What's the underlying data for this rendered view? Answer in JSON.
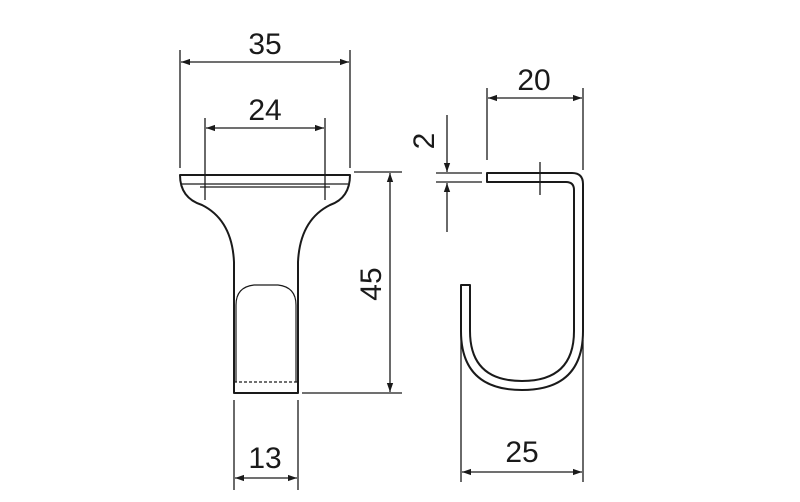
{
  "drawing": {
    "dimensions": {
      "overall_width": "35",
      "plate_inner_width": "24",
      "height": "45",
      "stem_width": "13",
      "hook_top_width": "20",
      "thickness": "2",
      "hook_overall_width": "25"
    }
  }
}
